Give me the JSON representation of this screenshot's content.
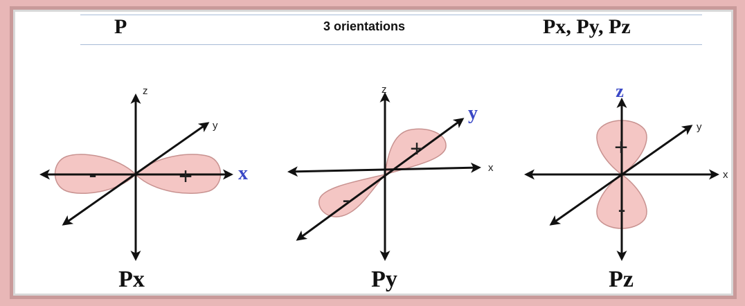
{
  "header": {
    "orbital": "P",
    "orientations": "3 orientations",
    "names": "Px, Py, Pz"
  },
  "diagrams": [
    {
      "name": "Px",
      "axis_labels": {
        "z": "z",
        "y": "y",
        "x": "x"
      },
      "lobe_signs": {
        "positive": "+",
        "negative": "-"
      },
      "highlight_axis": "x"
    },
    {
      "name": "Py",
      "axis_labels": {
        "z": "z",
        "y": "y",
        "x": "x"
      },
      "lobe_signs": {
        "positive": "+",
        "negative": "-"
      },
      "highlight_axis": "y"
    },
    {
      "name": "Pz",
      "axis_labels": {
        "z": "z",
        "y": "y",
        "x": "x"
      },
      "lobe_signs": {
        "positive": "+",
        "negative": "-"
      },
      "highlight_axis": "z"
    }
  ],
  "colors": {
    "lobe_fill": "#f4c6c4",
    "lobe_stroke": "#c89290",
    "highlight_label": "#3a48c6",
    "axis": "#111111",
    "frame": "#e8b7b7",
    "rule": "#a6bad6"
  }
}
